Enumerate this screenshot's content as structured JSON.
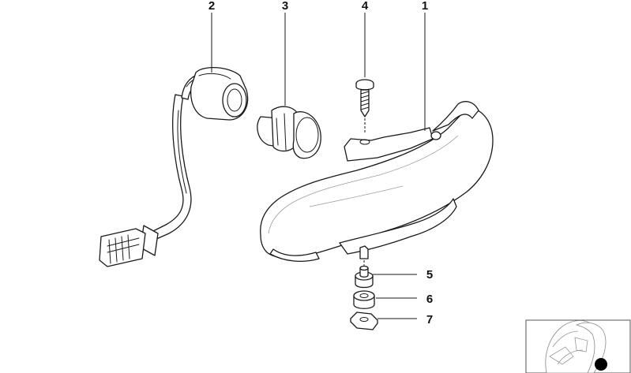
{
  "diagram": {
    "callouts": [
      {
        "id": "c2",
        "label": "2"
      },
      {
        "id": "c3",
        "label": "3"
      },
      {
        "id": "c4",
        "label": "4"
      },
      {
        "id": "c1",
        "label": "1"
      },
      {
        "id": "c5",
        "label": "5"
      },
      {
        "id": "c6",
        "label": "6"
      },
      {
        "id": "c7",
        "label": "7"
      }
    ]
  }
}
